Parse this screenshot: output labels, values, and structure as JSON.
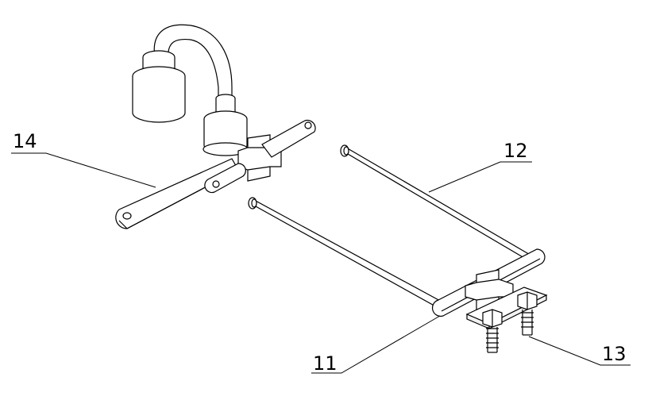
{
  "callouts": {
    "c14": "14",
    "c12": "12",
    "c11": "11",
    "c13": "13"
  }
}
